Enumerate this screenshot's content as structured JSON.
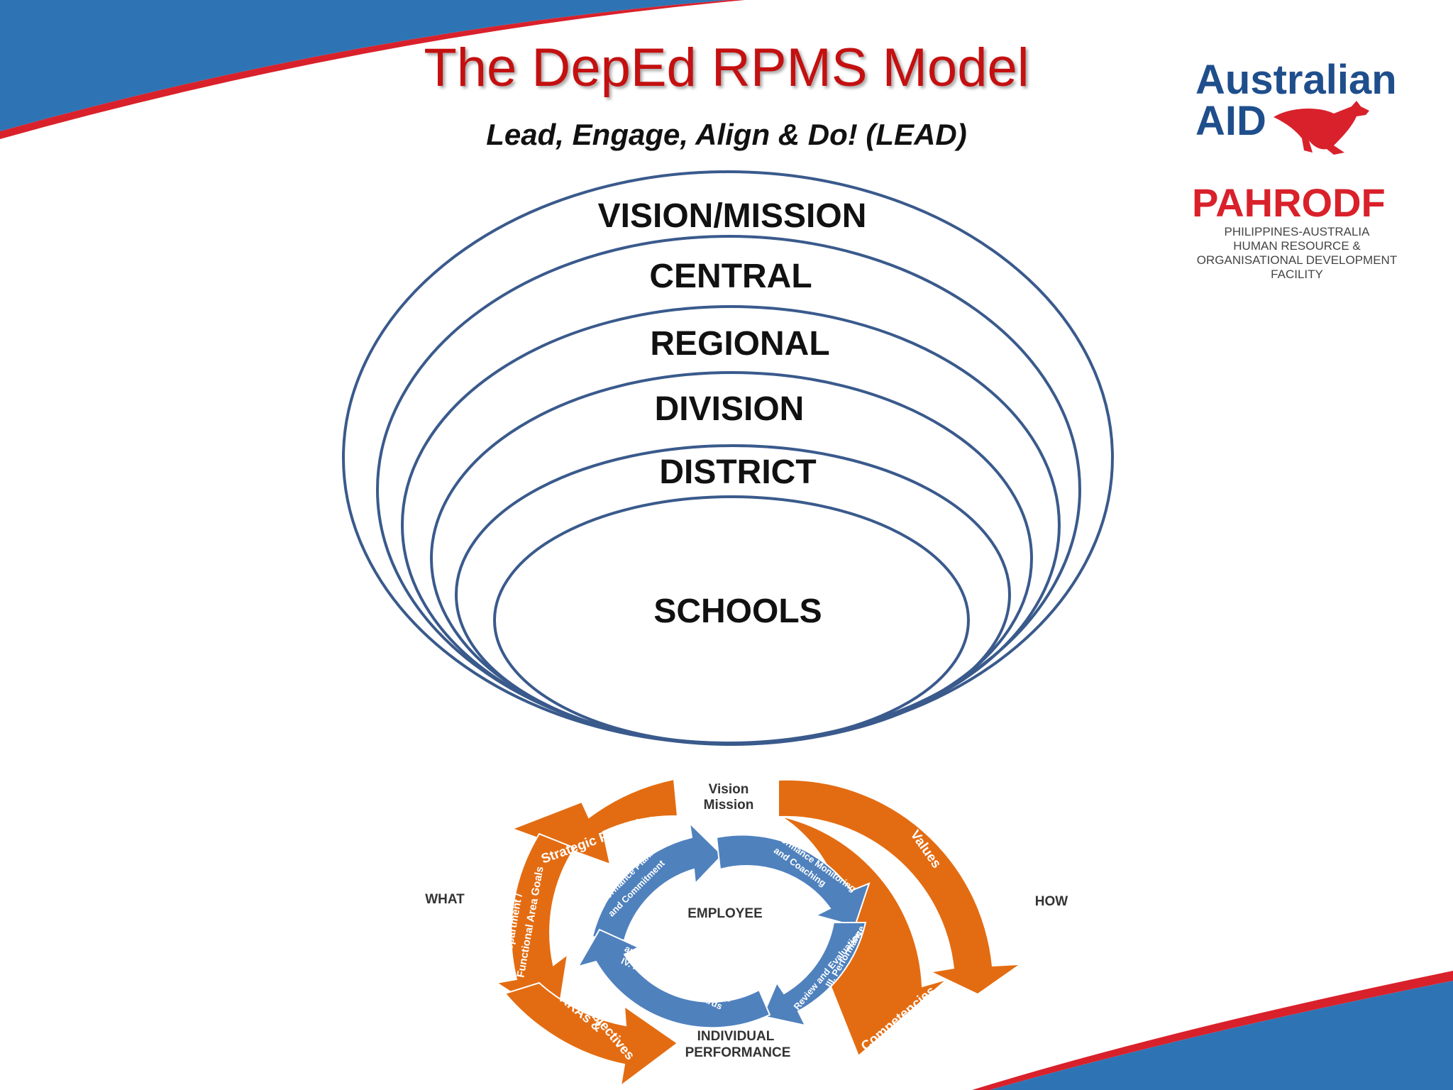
{
  "slide": {
    "title": "The DepEd RPMS Model",
    "subtitle": "Lead, Engage, Align & Do! (LEAD)"
  },
  "logos": {
    "australian_aid": {
      "line1": "Australian",
      "line2": "AID",
      "mark": "kangaroo-icon"
    },
    "pahrodf": {
      "name": "PAHRODF",
      "lines": [
        "PHILIPPINES-AUSTRALIA",
        "HUMAN RESOURCE &",
        "ORGANISATIONAL DEVELOPMENT",
        "FACILITY"
      ]
    }
  },
  "levels": [
    "VISION/MISSION",
    "CENTRAL",
    "REGIONAL",
    "DIVISION",
    "DISTRICT",
    "SCHOOLS"
  ],
  "cycle": {
    "top": [
      "Vision",
      "Mission"
    ],
    "left": "WHAT",
    "right": "HOW",
    "center": "EMPLOYEE",
    "bottom": [
      "INDIVIDUAL",
      "PERFORMANCE"
    ],
    "outer_arrows": {
      "strategic_priorities": "Strategic Priorities",
      "department_goals": [
        "Department /",
        "Functional Area Goals"
      ],
      "kras_objectives": [
        "KRAs &",
        "Objectives"
      ],
      "values": "Values",
      "competencies": "Competencies"
    },
    "inner_phases": [
      [
        "I. Performance Planning",
        "and Commitment"
      ],
      [
        "II. Performance Monitoring",
        "and Coaching"
      ],
      [
        "III. Performance",
        "Review and Evaluation"
      ],
      [
        "IV. Performance Rewards",
        "and Development Planning"
      ]
    ]
  },
  "colors": {
    "title": "#c41010",
    "ring_stroke": "#3a5a8c",
    "orange": "#e36c12",
    "blue": "#4f81bd",
    "banner_blue": "#2e74b5",
    "banner_red": "#d9212b"
  }
}
